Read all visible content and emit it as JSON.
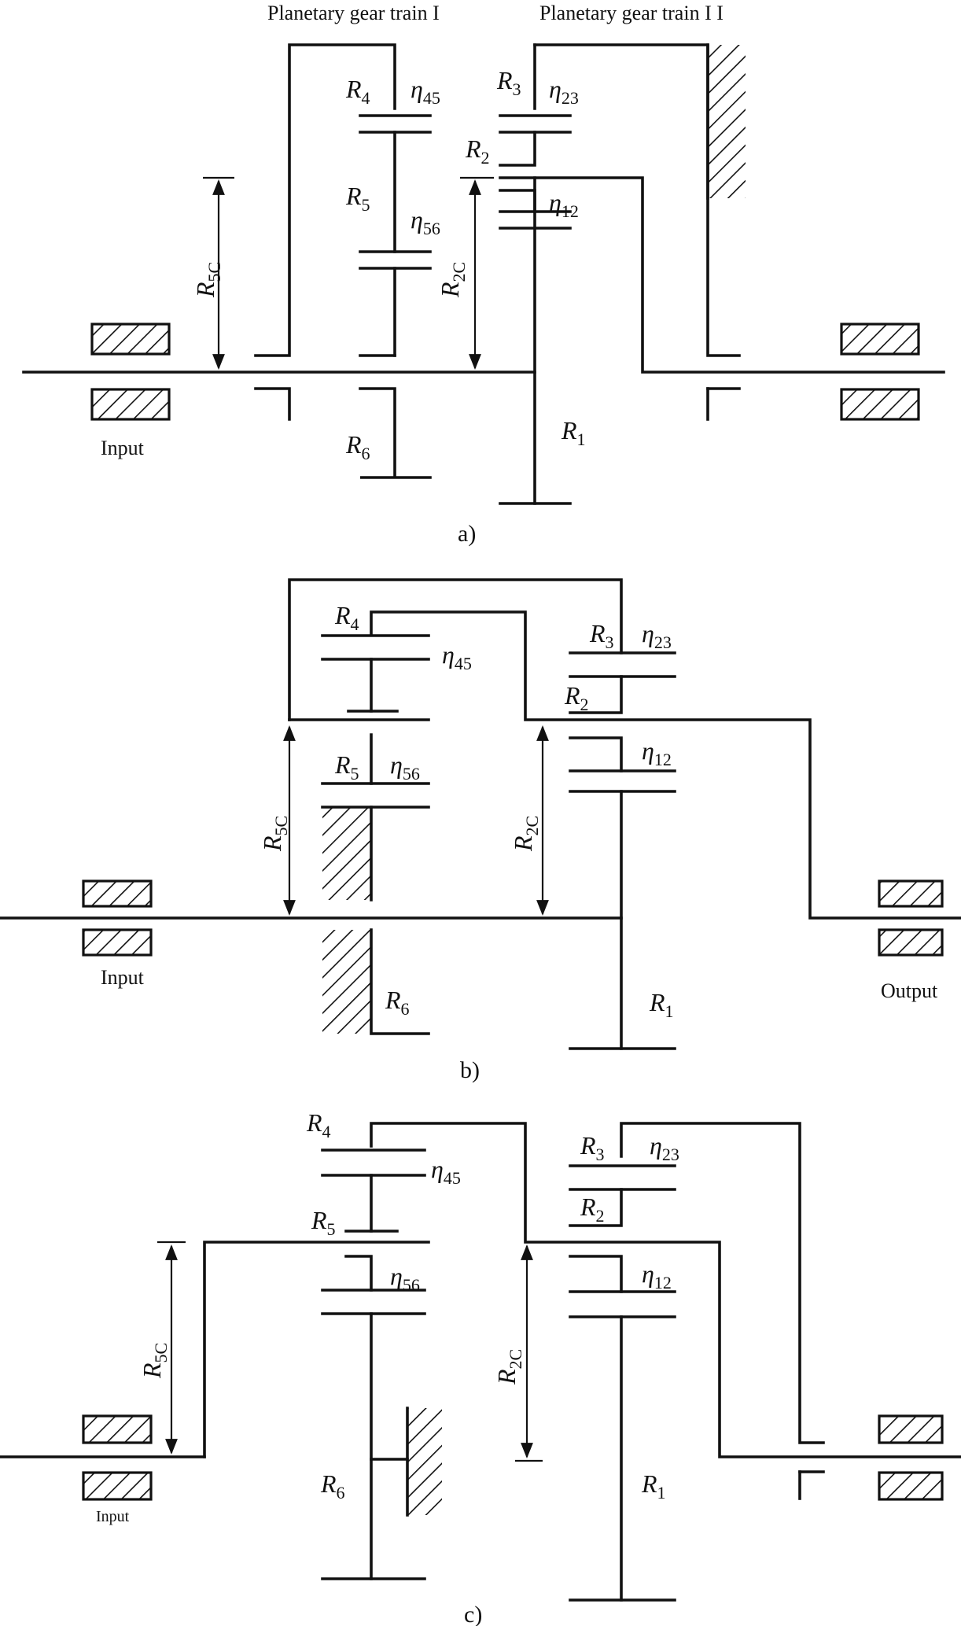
{
  "headers": {
    "train1": "Planetary gear train I",
    "train2": "Planetary gear train I I"
  },
  "panels": {
    "a": {
      "caption": "a)",
      "input_label": "Input",
      "labels": {
        "R1": {
          "base": "R",
          "sub": "1"
        },
        "R2": {
          "base": "R",
          "sub": "2"
        },
        "R3": {
          "base": "R",
          "sub": "3"
        },
        "R4": {
          "base": "R",
          "sub": "4"
        },
        "R5": {
          "base": "R",
          "sub": "5"
        },
        "R6": {
          "base": "R",
          "sub": "6"
        },
        "R5C": {
          "base": "R",
          "sub": "5C"
        },
        "R2C": {
          "base": "R",
          "sub": "2C"
        },
        "eta45": {
          "base": "η",
          "sub": "45"
        },
        "eta56": {
          "base": "η",
          "sub": "56"
        },
        "eta23": {
          "base": "η",
          "sub": "23"
        },
        "eta12": {
          "base": "η",
          "sub": "12"
        }
      }
    },
    "b": {
      "caption": "b)",
      "input_label": "Input",
      "output_label": "Output",
      "labels": {
        "R1": {
          "base": "R",
          "sub": "1"
        },
        "R2": {
          "base": "R",
          "sub": "2"
        },
        "R3": {
          "base": "R",
          "sub": "3"
        },
        "R4": {
          "base": "R",
          "sub": "4"
        },
        "R5": {
          "base": "R",
          "sub": "5"
        },
        "R6": {
          "base": "R",
          "sub": "6"
        },
        "R5C": {
          "base": "R",
          "sub": "5C"
        },
        "R2C": {
          "base": "R",
          "sub": "2C"
        },
        "eta45": {
          "base": "η",
          "sub": "45"
        },
        "eta56": {
          "base": "η",
          "sub": "56"
        },
        "eta23": {
          "base": "η",
          "sub": "23"
        },
        "eta12": {
          "base": "η",
          "sub": "12"
        }
      }
    },
    "c": {
      "caption": "c)",
      "input_label": "Input",
      "labels": {
        "R1": {
          "base": "R",
          "sub": "1"
        },
        "R2": {
          "base": "R",
          "sub": "2"
        },
        "R3": {
          "base": "R",
          "sub": "3"
        },
        "R4": {
          "base": "R",
          "sub": "4"
        },
        "R5": {
          "base": "R",
          "sub": "5"
        },
        "R6": {
          "base": "R",
          "sub": "6"
        },
        "R5C": {
          "base": "R",
          "sub": "5C"
        },
        "R2C": {
          "base": "R",
          "sub": "2C"
        },
        "eta45": {
          "base": "η",
          "sub": "45"
        },
        "eta56": {
          "base": "η",
          "sub": "56"
        },
        "eta23": {
          "base": "η",
          "sub": "23"
        },
        "eta12": {
          "base": "η",
          "sub": "12"
        }
      }
    }
  }
}
